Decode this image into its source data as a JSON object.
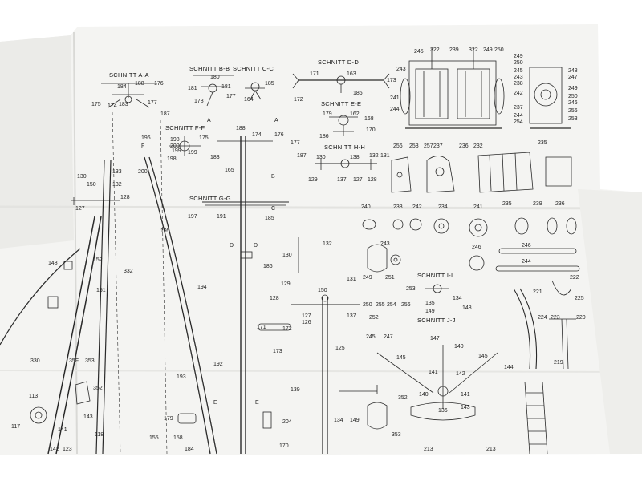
{
  "photo": {
    "paper_color": "#f4f4f2",
    "shadow_color": "#d9d9d6",
    "ink_color": "#2a2a2a"
  },
  "headers": {
    "aa": "SCHNITT  A-A",
    "bb": "SCHNITT  B-B",
    "cc": "SCHNITT  C-C",
    "dd": "SCHNITT  D-D",
    "ee": "SCHNITT  E-E",
    "ff": "SCHNITT  F-F",
    "gg": "SCHNITT  G-G",
    "hh": "SCHNITT  H-H",
    "ii": "SCHNITT  I-I",
    "jj": "SCHNITT  J-J"
  },
  "labels": {
    "l184a": "184",
    "l188": "188",
    "l176a": "176",
    "l175a": "175",
    "l174a": "174",
    "l183a": "183",
    "l177a": "177",
    "l187a": "187",
    "l180": "180",
    "l181a": "181",
    "l181b": "181",
    "l178": "178",
    "l177b": "177",
    "l164": "164",
    "l185a": "185",
    "l171a": "171",
    "l163": "163",
    "l173a": "173",
    "l172a": "172",
    "l186a": "186",
    "l179": "179",
    "l162": "162",
    "l168": "168",
    "l186b": "186",
    "l170": "170",
    "l196": "196",
    "l198a": "198",
    "l200a": "200",
    "l199a": "199",
    "l198b": "198",
    "l200b": "200",
    "l199b": "199",
    "l188b": "188",
    "l174b": "174",
    "l176b": "176",
    "l177c": "177",
    "l175b": "175",
    "l183b": "183",
    "l187b": "187",
    "l165": "165",
    "l130a": "130",
    "l130b": "130",
    "l137a": "137",
    "l138": "138",
    "l133a": "133",
    "l132a": "132",
    "l131a": "131",
    "l129a": "129",
    "l127a": "127",
    "l128a": "128",
    "l133b": "133",
    "l132b": "132",
    "l128b": "128",
    "l150a": "150",
    "l127b": "127",
    "l245a": "245",
    "l322a": "322",
    "l239": "239",
    "l322b": "322",
    "l249a": "249",
    "l250a": "250",
    "l243a": "243",
    "l241": "241",
    "l244a": "244",
    "l256a": "256",
    "l253a": "253",
    "l257": "257",
    "l237a": "237",
    "l236a": "236",
    "l232": "232",
    "l235a": "235",
    "l249b": "249",
    "l250b": "250",
    "l245b": "245",
    "l243b": "243",
    "l238": "238",
    "l242": "242",
    "l237b": "237",
    "l244b": "244",
    "l254": "254",
    "l248": "248",
    "l247a": "247",
    "l249c": "249",
    "l250c": "250",
    "l246a": "246",
    "l256b": "256",
    "l253b": "253",
    "l240": "240",
    "l233": "233",
    "l242b": "242",
    "l234": "234",
    "l241b": "241",
    "l235b": "235",
    "l239b": "239",
    "l236b": "236",
    "l243c": "243",
    "l246b": "246",
    "l244c": "244",
    "l246c": "246",
    "l132c": "132",
    "l130c": "130",
    "l186c": "186",
    "l129b": "129",
    "l150b": "150",
    "l128c": "128",
    "l127c": "127",
    "l126": "126",
    "l137b": "137",
    "l131b": "131",
    "l249d": "249",
    "l251": "251",
    "l253c": "253",
    "l250d": "250",
    "l255": "255",
    "l254b": "254",
    "l256c": "256",
    "l252": "252",
    "l245c": "245",
    "l247b": "247",
    "l134": "134",
    "l135": "135",
    "l149a": "149",
    "l148a": "148",
    "l147": "147",
    "l145a": "145",
    "l145b": "145",
    "l141a": "141",
    "l142": "142",
    "l144": "144",
    "l140a": "140",
    "l352a": "352",
    "l140b": "140",
    "l141b": "141",
    "l136": "136",
    "l143": "143",
    "l134b": "134",
    "l149b": "149",
    "l353": "353",
    "l139": "139",
    "l125": "125",
    "l171b": "171",
    "l172b": "172",
    "l173b": "173",
    "l179b": "179",
    "l204": "204",
    "l170b": "170",
    "l184b": "184",
    "l158": "158",
    "l155": "155",
    "l213a": "213",
    "l213b": "213",
    "l221": "221",
    "l222": "222",
    "l225": "225",
    "l224": "224",
    "l223": "223",
    "l220": "220",
    "l219": "219",
    "l195": "195",
    "l194": "194",
    "l197": "197",
    "l185b": "185",
    "l191": "191",
    "l193": "193",
    "l192": "192",
    "l152": "152",
    "l151": "151",
    "l148b": "148",
    "l332": "332",
    "l330": "330",
    "l35f": "35F",
    "l353b": "353",
    "l352b": "352",
    "l113": "113",
    "l117": "117",
    "l118": "118",
    "l141c": "141",
    "l142b": "142",
    "l123": "123",
    "l143b": "143"
  },
  "section_letters": {
    "A": "A",
    "B": "B",
    "C": "C",
    "D": "D",
    "E": "E",
    "F": "F"
  }
}
